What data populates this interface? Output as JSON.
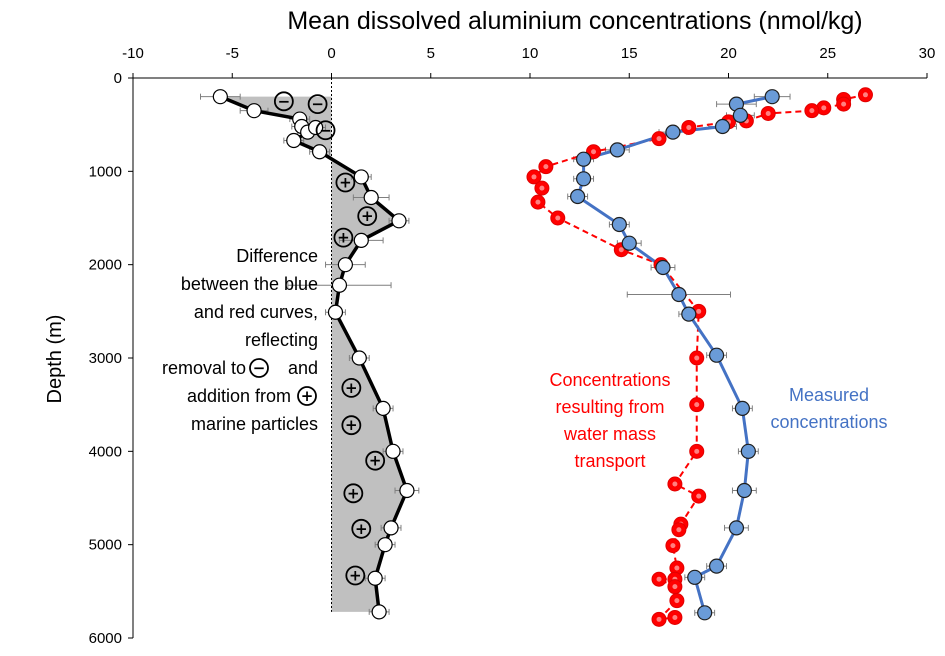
{
  "chart_data": {
    "type": "scatter",
    "title": "Mean dissolved aluminium concentrations (nmol/kg)",
    "xlabel": "",
    "ylabel": "Depth (m)",
    "xlim": [
      -10,
      30
    ],
    "ylim": [
      0,
      6000
    ],
    "y_inverted": true,
    "x_axis_position": "top",
    "x_ticks": [
      -10,
      -5,
      0,
      5,
      10,
      15,
      20,
      25,
      30
    ],
    "y_ticks": [
      0,
      1000,
      2000,
      3000,
      4000,
      5000,
      6000
    ],
    "grid": false,
    "colors": {
      "measured": "#4472c4",
      "measured_fill": "#6a9bd8",
      "transport": "#ff0000",
      "difference_line": "#000000",
      "difference_fill": "#c0c0c0"
    },
    "series": [
      {
        "key": "measured",
        "style": "solid-line-markers",
        "x": [
          22.2,
          20.4,
          20.6,
          19.7,
          17.2,
          14.4,
          12.7,
          12.7,
          12.4,
          14.5,
          15.0,
          16.7,
          17.5,
          18.0,
          19.4,
          20.7,
          21.0,
          20.8,
          20.4,
          19.4,
          18.3,
          18.8
        ],
        "y": [
          200,
          280,
          400,
          520,
          580,
          770,
          870,
          1080,
          1270,
          1570,
          1770,
          2030,
          2320,
          2530,
          2970,
          3540,
          4000,
          4420,
          4820,
          5230,
          5350,
          5730
        ],
        "x_err": [
          0.9,
          1.0,
          0.7,
          0.7,
          0.7,
          0.6,
          0.5,
          0.5,
          0.5,
          0.5,
          0.6,
          0.6,
          2.6,
          0.5,
          0.5,
          0.5,
          0.5,
          0.6,
          0.6,
          0.5,
          0.5,
          0.5
        ]
      },
      {
        "key": "transport",
        "style": "dashed-line-markers",
        "x": [
          26.9,
          25.8,
          25.8,
          24.8,
          24.2,
          22.0,
          20.9,
          20.0,
          18.0,
          16.5,
          13.2,
          10.8,
          10.2,
          10.6,
          10.4,
          11.4,
          14.6,
          16.6,
          18.5,
          18.4,
          18.4,
          18.4,
          17.3,
          18.5,
          17.6,
          17.5,
          17.2,
          17.4,
          17.3,
          16.5,
          17.3,
          17.4,
          16.5,
          17.3
        ],
        "y": [
          180,
          230,
          280,
          320,
          350,
          380,
          460,
          470,
          530,
          650,
          790,
          950,
          1060,
          1180,
          1330,
          1500,
          1840,
          2000,
          2500,
          3000,
          3500,
          4000,
          4350,
          4480,
          4780,
          4840,
          5010,
          5250,
          5370,
          5370,
          5450,
          5600,
          5800,
          5780
        ]
      },
      {
        "key": "difference",
        "style": "solid-line-open-markers",
        "x": [
          -5.6,
          -3.9,
          -1.6,
          -1.5,
          -1.2,
          -0.8,
          -1.9,
          -0.6,
          1.5,
          2.0,
          3.4,
          1.5,
          0.7,
          0.4,
          0.2,
          1.4,
          2.6,
          3.1,
          3.8,
          3.0,
          2.7,
          2.2,
          2.4
        ],
        "y": [
          200,
          350,
          440,
          520,
          580,
          530,
          670,
          790,
          1060,
          1280,
          1530,
          1740,
          2000,
          2220,
          2510,
          3000,
          3540,
          4000,
          4420,
          4820,
          5000,
          5360,
          5720
        ],
        "x_err": [
          1.0,
          0.7,
          0.5,
          0.5,
          0.5,
          0.5,
          0.5,
          0.5,
          0.5,
          0.9,
          0.5,
          1.1,
          1.0,
          2.6,
          0.5,
          0.5,
          0.5,
          0.5,
          0.6,
          0.5,
          0.5,
          0.5,
          0.5
        ]
      }
    ],
    "removal_markers": [
      {
        "x": -2.4,
        "y": 250
      },
      {
        "x": -0.7,
        "y": 280
      },
      {
        "x": -0.3,
        "y": 560
      }
    ],
    "addition_markers": [
      {
        "x": 0.7,
        "y": 1120
      },
      {
        "x": 1.8,
        "y": 1480
      },
      {
        "x": 0.6,
        "y": 1710
      },
      {
        "x": 1.0,
        "y": 3320
      },
      {
        "x": 1.0,
        "y": 3720
      },
      {
        "x": 2.2,
        "y": 4100
      },
      {
        "x": 1.1,
        "y": 4450
      },
      {
        "x": 1.5,
        "y": 4830
      },
      {
        "x": 1.2,
        "y": 5330
      }
    ],
    "annotations": {
      "difference_lines": [
        "Difference",
        "between the blue",
        "and red curves,",
        "reflecting",
        "removal to",
        "and",
        "addition from",
        "marine particles"
      ],
      "transport_lines": [
        "Concentrations",
        "resulting from",
        "water mass",
        "transport"
      ],
      "measured_lines": [
        "Measured",
        "concentrations"
      ],
      "minus_symbol": "−",
      "plus_symbol": "+"
    }
  }
}
